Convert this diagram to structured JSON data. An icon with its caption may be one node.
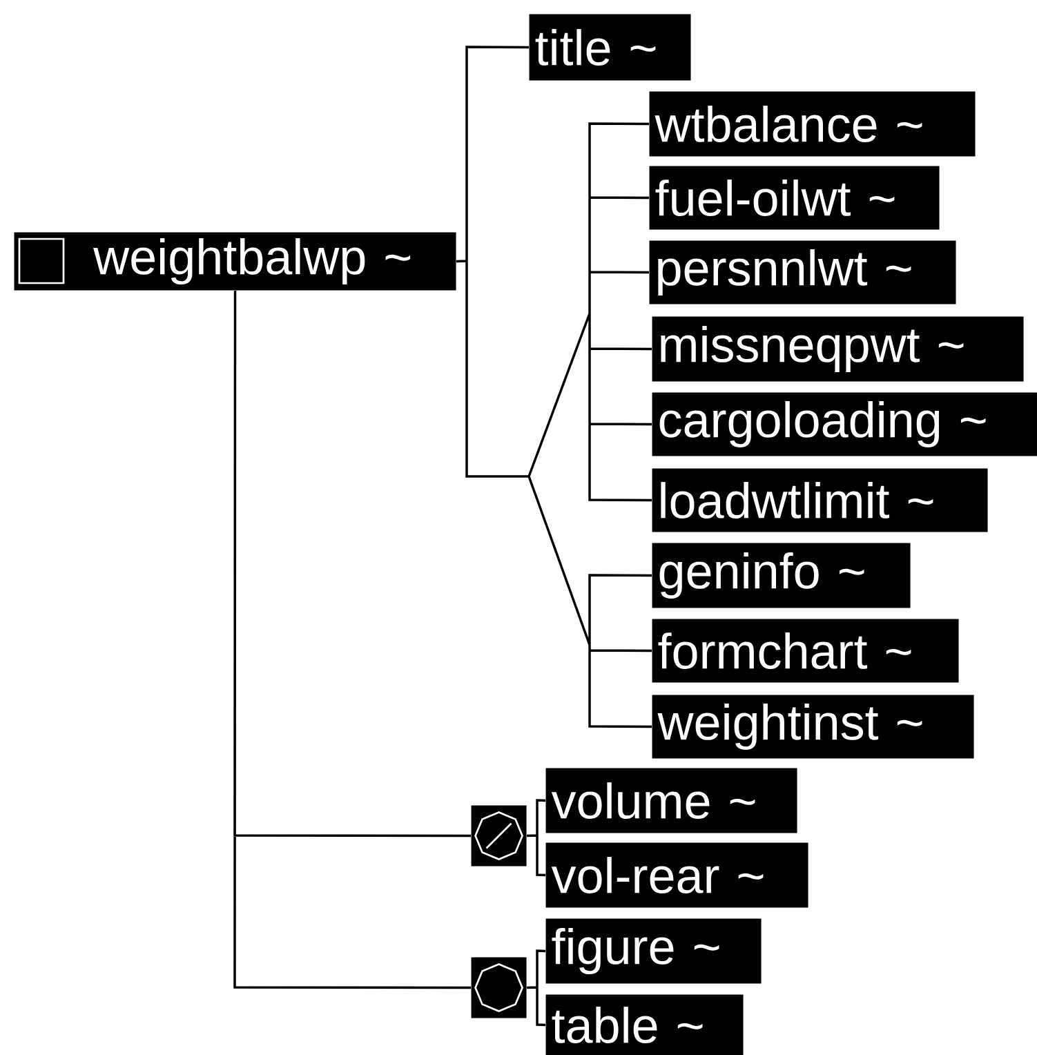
{
  "diagram": {
    "nodes": [
      {
        "text": [
          "weightbalwp ~"
        ]
      },
      {
        "text": [
          "title ~"
        ]
      },
      {
        "text": [
          "wtbalance ~"
        ]
      },
      {
        "text": [
          "fuel-oilwt ~"
        ]
      },
      {
        "text": [
          "persnnlwt ~"
        ]
      },
      {
        "text": [
          "missneqpwt ~"
        ]
      },
      {
        "text": [
          "cargoloading ~"
        ]
      },
      {
        "text": [
          "loadwtlimit ~"
        ]
      },
      {
        "text": [
          "geninfo ~"
        ]
      },
      {
        "text": [
          "formchart ~"
        ]
      },
      {
        "text": [
          "weightinst ~"
        ]
      },
      {
        "text": [],
        "shape": "octagon"
      },
      {
        "text": [
          "volume ~"
        ]
      },
      {
        "text": [
          "vol-rear ~"
        ]
      },
      {
        "text": [],
        "shape": "octagon"
      },
      {
        "text": [
          "figure ~"
        ]
      },
      {
        "text": [
          "table ~"
        ]
      }
    ],
    "edges": [
      {
        "from": 0,
        "to": 1,
        "arrow": "none"
      },
      {
        "from": 0,
        "to": 2,
        "arrow": "none"
      },
      {
        "from": 0,
        "to": 3,
        "arrow": "none"
      },
      {
        "from": 0,
        "to": 4,
        "arrow": "none"
      },
      {
        "from": 0,
        "to": 5,
        "arrow": "none"
      },
      {
        "from": 0,
        "to": 6,
        "arrow": "none"
      },
      {
        "from": 0,
        "to": 7,
        "arrow": "none"
      },
      {
        "from": 0,
        "to": 8,
        "arrow": "none"
      },
      {
        "from": 0,
        "to": 9,
        "arrow": "none"
      },
      {
        "from": 0,
        "to": 10,
        "arrow": "none"
      },
      {
        "from": 0,
        "to": 11,
        "arrow": "none"
      },
      {
        "from": 11,
        "to": 12,
        "arrow": "none"
      },
      {
        "from": 11,
        "to": 13,
        "arrow": "none"
      },
      {
        "from": 0,
        "to": 14,
        "arrow": "none"
      },
      {
        "from": 14,
        "to": 15,
        "arrow": "none"
      },
      {
        "from": 14,
        "to": 16,
        "arrow": "none"
      }
    ]
  }
}
